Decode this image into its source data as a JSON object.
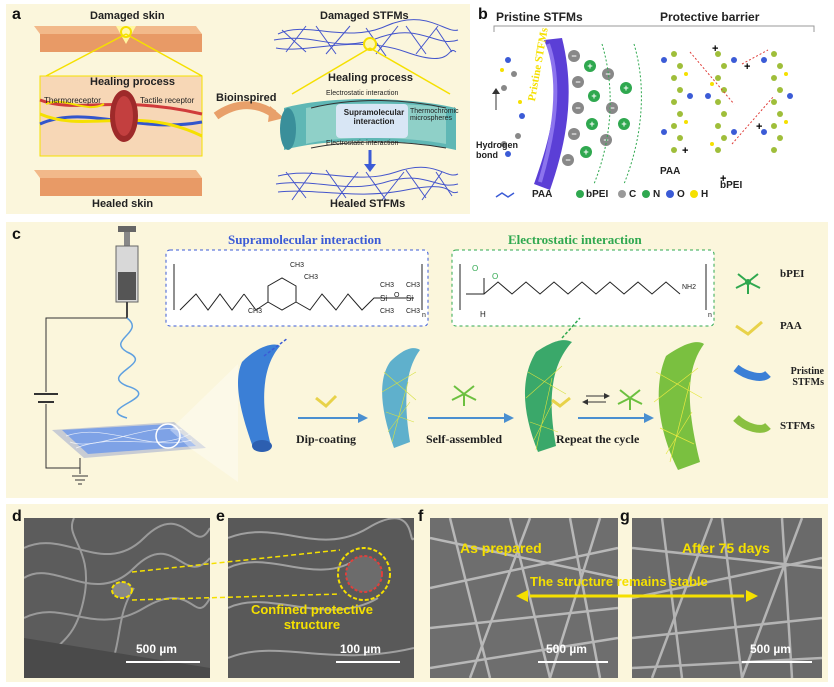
{
  "panel_labels": {
    "a": "a",
    "b": "b",
    "c": "c",
    "d": "d",
    "e": "e",
    "f": "f",
    "g": "g"
  },
  "panel_a": {
    "damaged_skin": "Damaged skin",
    "healing_process_left": "Healing process",
    "thermoreceptor": "Thermoreceptor",
    "tactile_receptor": "Tactile receptor",
    "healed_skin": "Healed skin",
    "bioinspired": "Bioinspired",
    "damaged_stfms": "Damaged STFMs",
    "healing_process_right": "Healing process",
    "electrostatic_top": "Electrostatic interaction",
    "supramolecular": "Supramolecular interaction",
    "thermochromic": "Thermochromic microspheres",
    "electrostatic_bottom": "Electrostatic interaction",
    "healed_stfms": "Healed STFMs"
  },
  "panel_b": {
    "pristine_title": "Pristine STFMs",
    "barrier_title": "Protective barrier",
    "fiber_label": "Pristine STFMs",
    "hydrogen_bond": "Hydrogen bond",
    "paa": "PAA",
    "bpei": "bPEI",
    "legend": [
      {
        "sym": "PAA"
      },
      {
        "sym": "bPEI"
      },
      {
        "sym": "C"
      },
      {
        "sym": "N"
      },
      {
        "sym": "O"
      },
      {
        "sym": "H"
      }
    ]
  },
  "panel_c": {
    "supra_title": "Supramolecular interaction",
    "electro_title": "Electrostatic interaction",
    "dip_coating": "Dip-coating",
    "self_assembled": "Self-assembled",
    "repeat": "Repeat the cycle",
    "legend_bpei": "bPEI",
    "legend_paa": "PAA",
    "legend_pristine": "Pristine STFMs",
    "legend_stfms": "STFMs",
    "chem_left": {
      "ch3a": "CH3",
      "ch3b": "CH3",
      "ch3c": "CH3",
      "ch3d": "CH3",
      "ch3e": "CH3",
      "ch3f": "CH3",
      "ch3g": "CH3",
      "si1": "Si",
      "si2": "Si",
      "o": "O",
      "n": "n"
    },
    "chem_right": {
      "o1": "O",
      "o2": "O",
      "h": "H",
      "n": "n",
      "nh2": "NH2"
    }
  },
  "panel_d": {
    "scale": "500 µm"
  },
  "panel_e": {
    "caption": "Confined protective structure",
    "scale": "100 µm"
  },
  "panel_f": {
    "caption": "As prepared",
    "scale": "500 µm"
  },
  "panel_g": {
    "caption": "After 75 days",
    "scale": "500 µm"
  },
  "panel_fg": {
    "stable": "The structure remains stable"
  },
  "colors": {
    "cream": "#fbf6dc",
    "skin": "#e8a06a",
    "mesh": "#4455cc",
    "accent_yellow": "#f5e000",
    "pristine_blue": "#3b7fd6",
    "green": "#2fa84f"
  }
}
